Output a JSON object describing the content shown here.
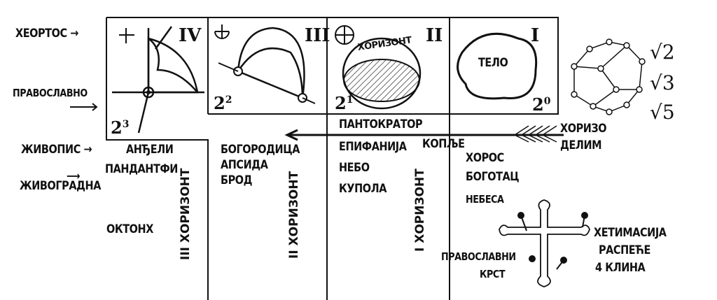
{
  "left_labels": {
    "heortos": "ХЕОРТОС →",
    "pravoslavno": "ПРАВОСЛАВНО",
    "zhivopis": "ЖИВОПИС →",
    "zhivogradna": "ЖИВОГРАДНА"
  },
  "cells": [
    {
      "numeral": "IV",
      "power_base": "2",
      "power_exp": "3"
    },
    {
      "numeral": "III",
      "power_base": "2",
      "power_exp": "2"
    },
    {
      "numeral": "II",
      "power_base": "2",
      "power_exp": "1",
      "inner_label": "ХОРИЗОНТ"
    },
    {
      "numeral": "I",
      "power_base": "2",
      "power_exp": "0",
      "inner_label": "ТЕЛО"
    }
  ],
  "column_iv": {
    "words": [
      "АНЂЕЛИ",
      "ПАНДАНТФИ",
      "ОКТОНХ"
    ],
    "vertical": "III ХОРИЗОНТ"
  },
  "column_iii": {
    "words": [
      "БОГОРОДИЦА",
      "АПСИДА",
      "БРОД"
    ],
    "vertical": "II ХОРИЗОНТ"
  },
  "column_ii": {
    "header": "ПАНТОКРАТОР",
    "words": [
      "ЕПИФАНИЈА",
      "НЕБО",
      "КУПОЛА"
    ],
    "kople": "КОПЉЕ",
    "vertical": "I ХОРИЗОНТ"
  },
  "column_i": {
    "words": [
      "ХОРОС",
      "БОГОТАЦ",
      "НЕБЕСА"
    ]
  },
  "arrow_label": [
    "ХОРИЗО",
    "ДЕЛИМ"
  ],
  "cross": {
    "left": [
      "ПРАВОСЛАВНИ",
      "КРСТ"
    ],
    "right": [
      "ХЕТИМАСИЈА",
      "РАСПЕЋЕ",
      "4 КЛИНА"
    ]
  },
  "roots": [
    "√2",
    "√3",
    "√5"
  ]
}
